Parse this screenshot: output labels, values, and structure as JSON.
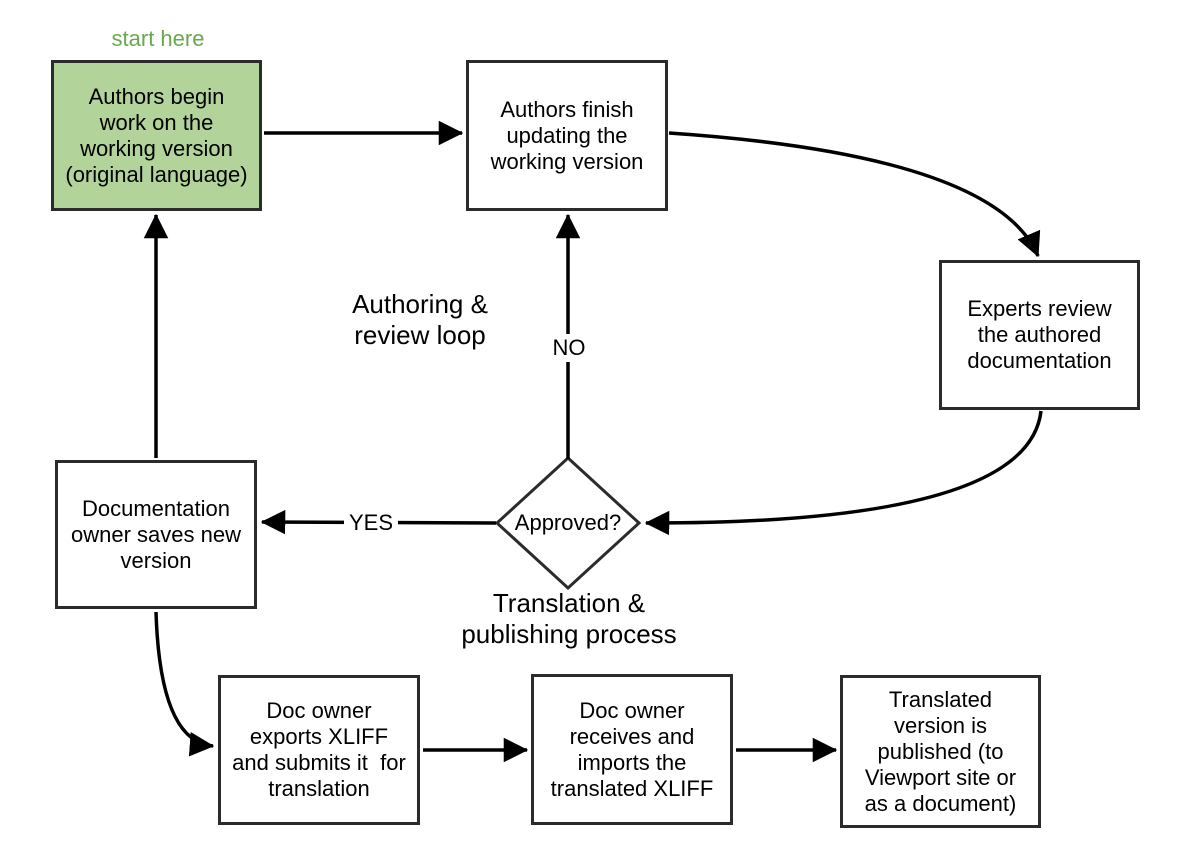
{
  "diagram": {
    "labels": {
      "start_here": "start here",
      "authoring_loop": "Authoring &\nreview loop",
      "no": "NO",
      "yes": "YES",
      "translation_process": "Translation &\npublishing process"
    },
    "nodes": {
      "authors_begin": "Authors begin\nwork on the\nworking version\n(original language)",
      "authors_finish": "Authors finish\nupdating the\nworking version",
      "experts_review": "Experts review\nthe authored\ndocumentation",
      "approved": "Approved?",
      "doc_owner_saves": "Documentation\nowner saves new\nversion",
      "export_xliff": "Doc owner\nexports XLIFF\nand submits it  for\ntranslation",
      "import_xliff": "Doc owner\nreceives and\nimports the\ntranslated XLIFF",
      "published": "Translated\nversion is\npublished (to\nViewport site or\nas a document)"
    },
    "colors": {
      "start_node_fill": "#b2d39a",
      "start_label_text": "#6aa84f",
      "node_fill": "#ffffff",
      "node_border": "#2b2b2b",
      "arrow": "#000000",
      "text": "#000000"
    }
  }
}
